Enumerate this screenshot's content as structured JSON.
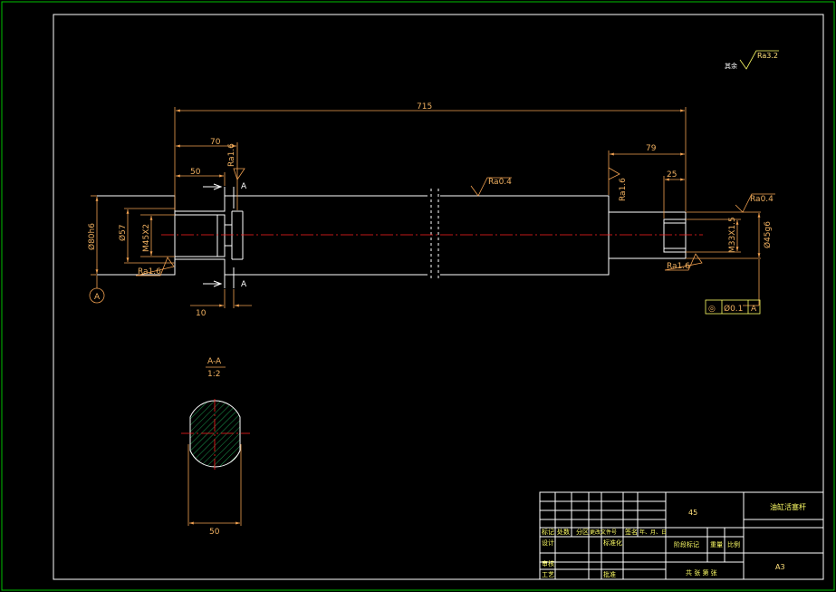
{
  "colors": {
    "background": "#000000",
    "border": "#00c000",
    "outline": "#ffffff",
    "dimension": "#f0a050",
    "centerline": "#ff2020",
    "title_block": "#ffff66"
  },
  "drawing": {
    "general_roughness_label": "其余",
    "general_roughness": "Ra3.2",
    "dimensions": {
      "overall_length": "715",
      "left_70": "70",
      "left_50": "50",
      "right_79": "79",
      "right_25": "25",
      "left_10": "10",
      "dia_80": "Ø80h6",
      "dia_57": "Ø57",
      "thread_left": "M45X2",
      "thread_right": "M33X1.5",
      "dia_45": "Ø45g6",
      "section_width": "50"
    },
    "roughness": {
      "ra16_top_left": "Ra1.6",
      "ra16_bottom_left": "Ra1.6",
      "ra04_middle": "Ra0.4",
      "ra16_right_shoulder": "Ra1.6",
      "ra04_right": "Ra0.4",
      "ra16_right_bottom": "Ra1.6"
    },
    "section_markers": {
      "top": "A",
      "bottom": "A"
    },
    "datum_label": "A",
    "tolerance_frame": {
      "symbol": "◎",
      "value": "Ø0.1",
      "datum": "A"
    },
    "section_view": {
      "title": "A-A",
      "scale": "1:2"
    }
  },
  "title_block": {
    "material": "45",
    "part_name": "油缸活塞杆",
    "sheet_size": "A3",
    "row_labels": [
      "标记",
      "处数",
      "分区",
      "更改文件号",
      "签名",
      "年、月、日"
    ],
    "left_labels": [
      "设计",
      "标准化",
      "审核",
      "工艺",
      "批准"
    ],
    "stage_label": "阶段标记",
    "weight_label": "重量",
    "scale_label": "比例",
    "sheets_label": "共  张  第  张"
  }
}
